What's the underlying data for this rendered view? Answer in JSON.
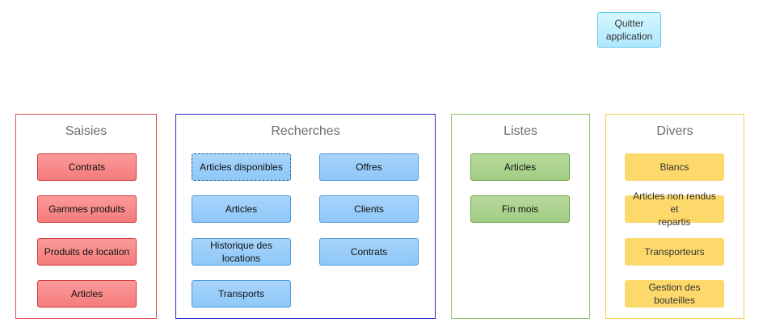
{
  "quit_button": {
    "line1": "Quitter",
    "line2": "application"
  },
  "saisies": {
    "title": "Saisies",
    "items": [
      "Contrats",
      "Gammes produits",
      "Produits de location",
      "Articles"
    ]
  },
  "recherches": {
    "title": "Recherches",
    "left_items": [
      "Articles disponibles",
      "Articles",
      "Transports"
    ],
    "historique": {
      "line1": "Historique des",
      "line2": "locations"
    },
    "right_items": [
      "Offres",
      "Clients",
      "Contrats"
    ]
  },
  "listes": {
    "title": "Listes",
    "items": [
      "Articles",
      "Fin mois"
    ]
  },
  "divers": {
    "title": "Divers",
    "blancs": "Blancs",
    "articles_non_rendus": {
      "line1": "Articles non rendus et",
      "line2": "repartis"
    },
    "transporteurs": "Transporteurs",
    "gestion_bouteilles": "Gestion des bouteilles"
  }
}
